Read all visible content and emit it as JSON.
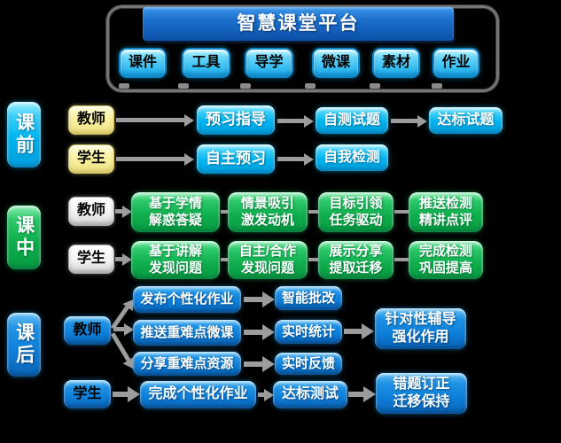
{
  "platform": {
    "title": "智慧课堂平台",
    "modules": [
      "课件",
      "工具",
      "导学",
      "微课",
      "素材",
      "作业"
    ]
  },
  "roles": {
    "teacher": "教师",
    "student": "学生"
  },
  "phases": {
    "pre": {
      "label": "课前",
      "teacher_steps": [
        "预习指导",
        "自测试题",
        "达标试题"
      ],
      "student_steps": [
        "自主预习",
        "自我检测"
      ]
    },
    "during": {
      "label": "课中",
      "teacher_steps": [
        [
          "基于学情",
          "解惑答疑"
        ],
        [
          "情景吸引",
          "激发动机"
        ],
        [
          "目标引领",
          "任务驱动"
        ],
        [
          "推送检测",
          "精讲点评"
        ]
      ],
      "student_steps": [
        [
          "基于讲解",
          "发现问题"
        ],
        [
          "自主/合作",
          "发现问题"
        ],
        [
          "展示分享",
          "提取迁移"
        ],
        [
          "完成检测",
          "巩固提高"
        ]
      ]
    },
    "post": {
      "label": "课后",
      "teacher_rows": [
        [
          "发布个性化作业",
          "智能批改"
        ],
        [
          "推送重难点微课",
          "实时统计"
        ],
        [
          "分享重难点资源",
          "实时反馈"
        ]
      ],
      "teacher_outcome": [
        "针对性辅导",
        "强化作用"
      ],
      "student_steps": [
        "完成个性化作业",
        "达标测试"
      ],
      "student_outcome": [
        "错题订正",
        "迁移保持"
      ]
    }
  },
  "colors": {
    "cyan": "#00b4ef",
    "green": "#0fae4d",
    "blue": "#0d7fd9",
    "yellow": "#f8ef9e",
    "title_blue": "#1a6ecb",
    "arrow_gray": "#9c9c9c",
    "background": "#000000"
  }
}
